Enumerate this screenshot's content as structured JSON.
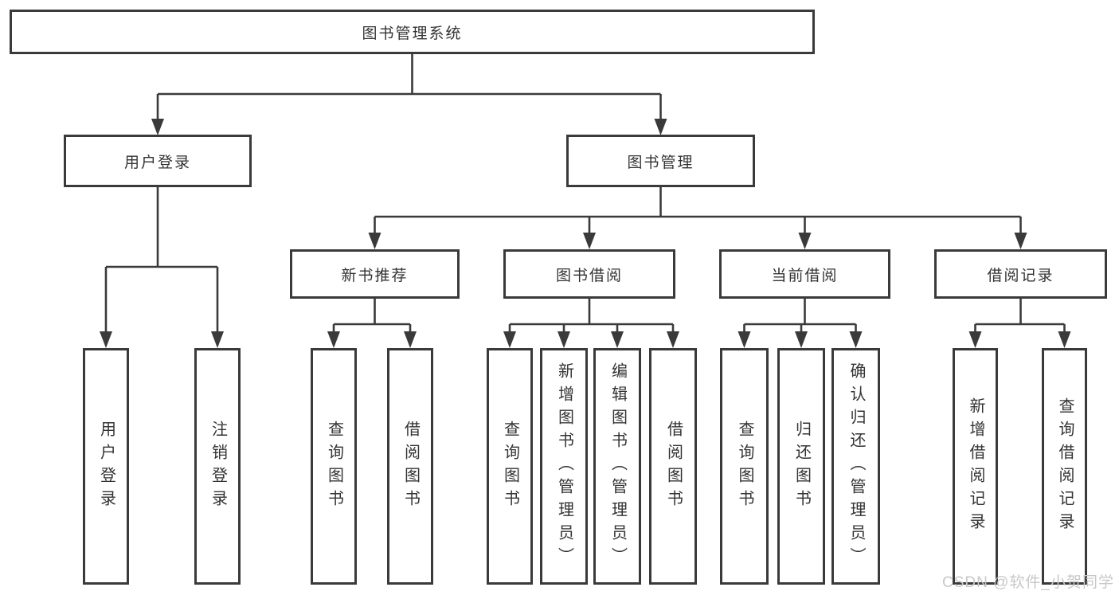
{
  "tree": {
    "label": "图书管理系统",
    "children": [
      {
        "label": "用户登录",
        "children": [
          {
            "label": "用户登录"
          },
          {
            "label": "注销登录"
          }
        ]
      },
      {
        "label": "图书管理",
        "children": [
          {
            "label": "新书推荐",
            "children": [
              {
                "label": "查询图书"
              },
              {
                "label": "借阅图书"
              }
            ]
          },
          {
            "label": "图书借阅",
            "children": [
              {
                "label": "查询图书"
              },
              {
                "label": "新增图书（管理员）"
              },
              {
                "label": "编辑图书（管理员）"
              },
              {
                "label": "借阅图书"
              }
            ]
          },
          {
            "label": "当前借阅",
            "children": [
              {
                "label": "查询图书"
              },
              {
                "label": "归还图书"
              },
              {
                "label": "确认归还（管理员）"
              }
            ]
          },
          {
            "label": "借阅记录",
            "children": [
              {
                "label": "新增借阅记录"
              },
              {
                "label": "查询借阅记录"
              }
            ]
          }
        ]
      }
    ]
  },
  "watermark": "CSDN @软件_小贺同学",
  "colors": {
    "line": "#3a3a3a",
    "text": "#333333",
    "watermark": "#c8c8c8",
    "background": "#ffffff"
  }
}
